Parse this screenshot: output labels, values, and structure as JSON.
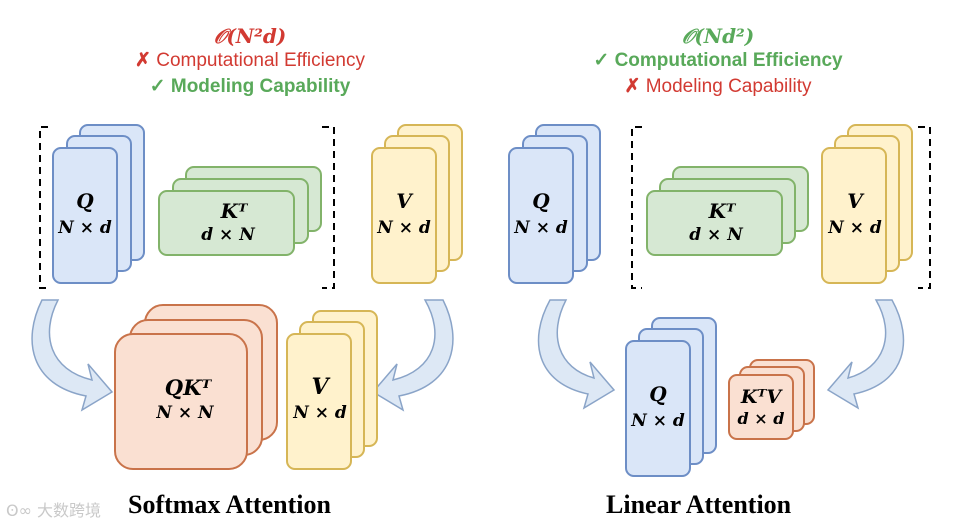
{
  "colors": {
    "blue_fill": "#dae6f8",
    "blue_stroke": "#6d8ec6",
    "green_fill": "#d6e8d3",
    "green_stroke": "#82b36a",
    "yellow_fill": "#fff2cc",
    "yellow_stroke": "#d6b656",
    "orange_fill": "#fae0d2",
    "orange_stroke": "#c9734a",
    "arrow_fill": "#dde8f5",
    "arrow_stroke": "#8aa4c8",
    "red_text": "#d23a32",
    "green_text": "#59a95a"
  },
  "softmax": {
    "complexity": "𝒪(N²d)",
    "efficiency": {
      "mark": "✗",
      "text": "Computational Efficiency"
    },
    "capability": {
      "mark": "✓",
      "text": "Modeling Capability"
    },
    "title": "Softmax Attention",
    "q": {
      "name": "Q",
      "dims": "N × d"
    },
    "k": {
      "name": "Kᵀ",
      "dims": "d × N"
    },
    "v": {
      "name": "V",
      "dims": "N × d"
    },
    "qk": {
      "name": "QKᵀ",
      "dims": "N × N"
    },
    "v_out": {
      "name": "V",
      "dims": "N × d"
    }
  },
  "linear": {
    "complexity": "𝒪(Nd²)",
    "efficiency": {
      "mark": "✓",
      "text": "Computational Efficiency"
    },
    "capability": {
      "mark": "✗",
      "text": "Modeling Capability"
    },
    "title": "Linear Attention",
    "q": {
      "name": "Q",
      "dims": "N × d"
    },
    "k": {
      "name": "Kᵀ",
      "dims": "d × N"
    },
    "v": {
      "name": "V",
      "dims": "N × d"
    },
    "q_out": {
      "name": "Q",
      "dims": "N × d"
    },
    "kv": {
      "name": "KᵀV",
      "dims": "d × d"
    }
  },
  "watermark": "大数跨境"
}
